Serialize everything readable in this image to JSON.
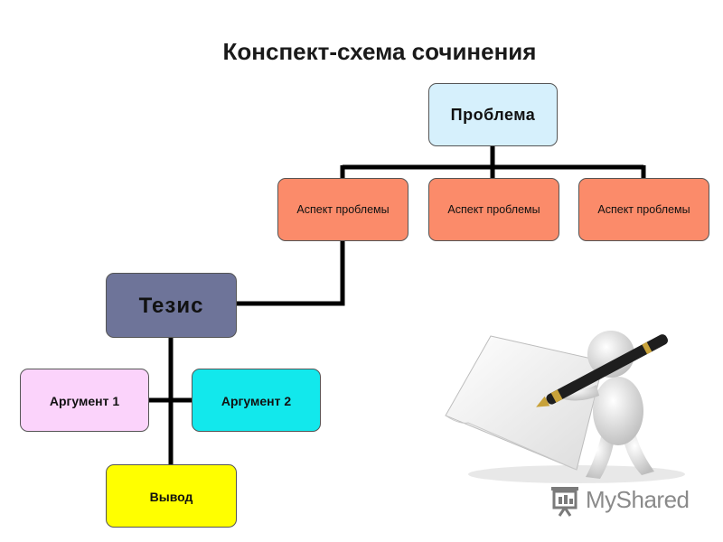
{
  "title": "Конспект-схема сочинения",
  "nodes": {
    "problem": "Проблема",
    "aspects": [
      "Аспект проблемы",
      "Аспект проблемы",
      "Аспект проблемы"
    ],
    "thesis": "Тезис",
    "argument1": "Аргумент 1",
    "argument2": "Аргумент 2",
    "conclusion": "Вывод"
  },
  "colors": {
    "problem": "#d6f0fc",
    "aspect": "#fb8b6a",
    "thesis": "#6e7499",
    "argument1": "#fbd3fb",
    "argument2": "#12e8ec",
    "conclusion": "#ffff00",
    "connector": "#000000"
  },
  "logo": {
    "text": "MyShared",
    "icon": "projector-screen-icon"
  },
  "illustration": {
    "icon": "figure-writing-with-pen-icon"
  }
}
